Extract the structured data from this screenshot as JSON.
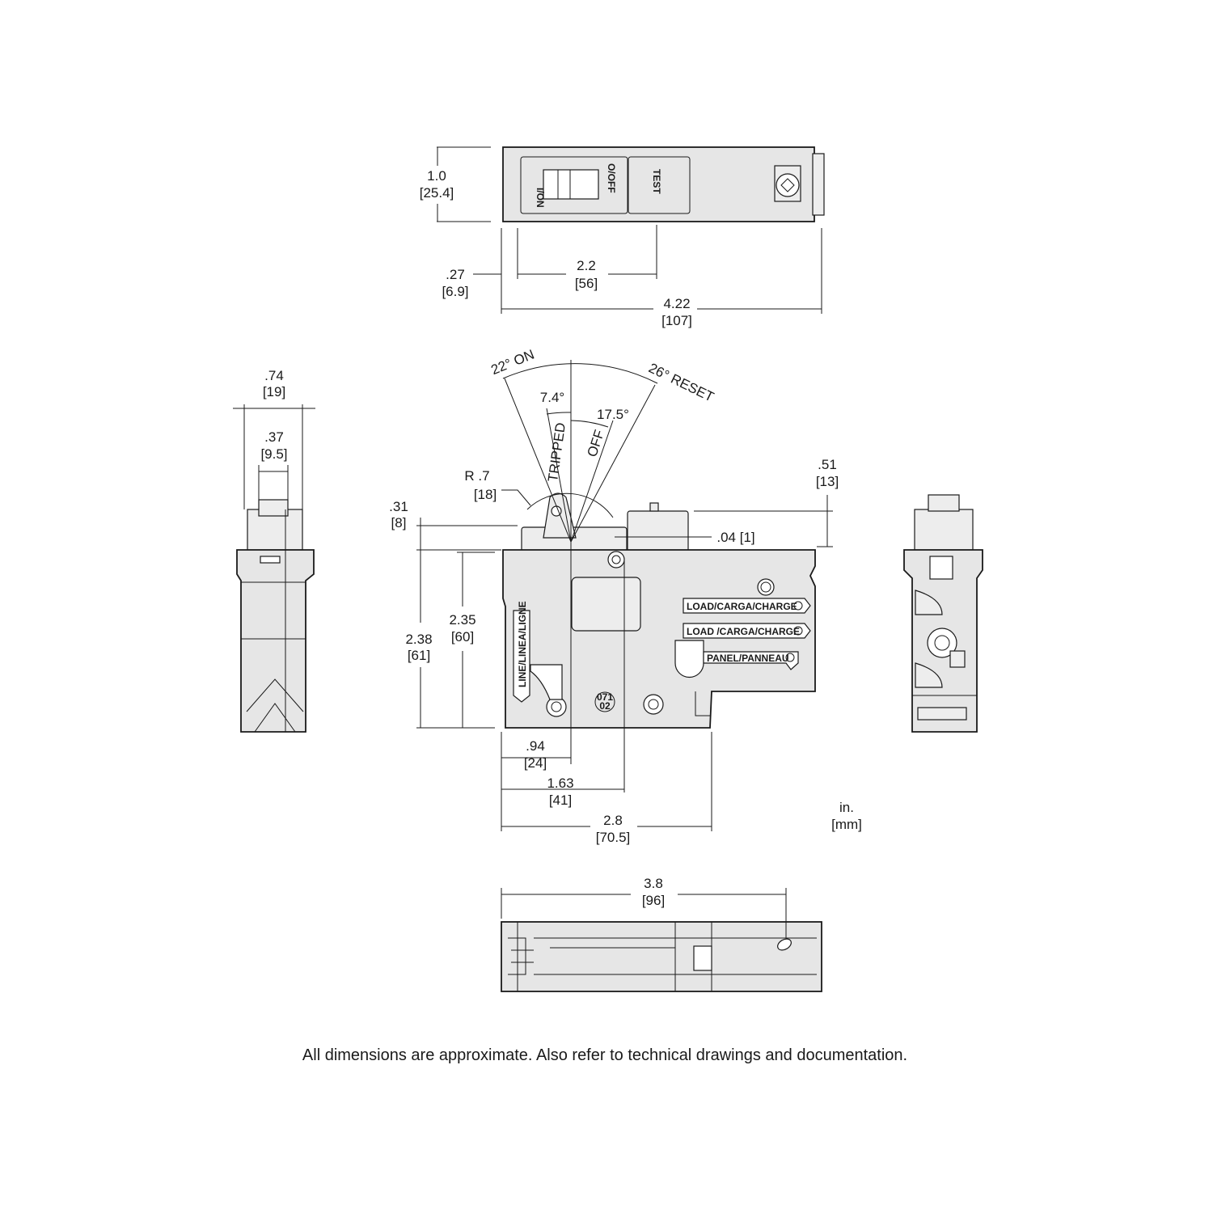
{
  "top_view": {
    "height_in": "1.0",
    "height_mm": "[25.4]",
    "on_label": "I/ON",
    "off_label": "O/OFF",
    "test_label": "TEST",
    "offset_in": ".27",
    "offset_mm": "[6.9]",
    "span_in": "2.2",
    "span_mm": "[56]",
    "length_in": "4.22",
    "length_mm": "[107]"
  },
  "left_view": {
    "width_in": ".74",
    "width_mm": "[19]",
    "inner_in": ".37",
    "inner_mm": "[9.5]"
  },
  "front_view": {
    "angle_on": "22° ON",
    "angle_tripped": "7.4°",
    "angle_off": "17.5°",
    "angle_reset": "26° RESET",
    "tripped_label": "TRIPPED",
    "off_label": "OFF",
    "radius_in": "R .7",
    "radius_mm": "[18]",
    "handle_in": ".31",
    "handle_mm": "[8]",
    "top_in": ".51",
    "top_mm": "[13]",
    "gap": ".04 [1]",
    "h1_in": "2.38",
    "h1_mm": "[61]",
    "h2_in": "2.35",
    "h2_mm": "[60]",
    "line_label": "LINE/LINEA/LIGNE",
    "load1_label": "LOAD/CARGA/CHARGE",
    "load2_label": "LOAD  /CARGA/CHARGE",
    "panel_label": "PANEL/PANNEAU",
    "stamp_top": "071",
    "stamp_bottom": "02",
    "d1_in": ".94",
    "d1_mm": "[24]",
    "d2_in": "1.63",
    "d2_mm": "[41]",
    "d3_in": "2.8",
    "d3_mm": "[70.5]",
    "units_in": "in.",
    "units_mm": "[mm]"
  },
  "bottom_view": {
    "length_in": "3.8",
    "length_mm": "[96]"
  },
  "footer": "All dimensions are approximate.  Also refer to technical drawings and documentation."
}
